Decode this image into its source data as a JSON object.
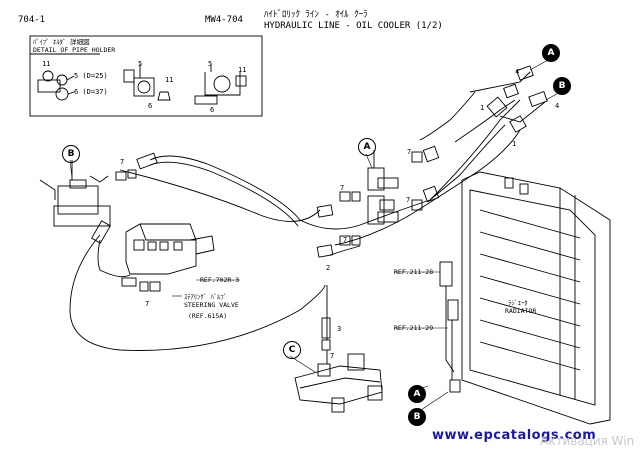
{
  "header": {
    "page_number": "704-1",
    "doc_code": "MW4-704",
    "title_jp": "ﾊｲﾄﾞﾛﾘｯｸ ﾗｲﾝ - ｵｲﾙ ｸｰﾗ",
    "title_en": "HYDRAULIC LINE - OIL COOLER (1/2)"
  },
  "detail_box": {
    "title_jp": "ﾊﾟｲﾌﾟ ﾎﾙﾀﾞ 詳細図",
    "title_en": "DETAIL OF PIPE HOLDER",
    "labels": [
      "11",
      "5 (D=25)",
      "6 (D=37)",
      "5",
      "11",
      "6",
      "5",
      "11",
      "6"
    ]
  },
  "references": {
    "ref_702": "REF.702R-3",
    "steering_jp": "ｽﾃｱﾘﾝｸﾞ ﾊﾞﾙﾌﾞ",
    "steering_en": "STEERING VALVE",
    "ref_615": "(REF.615A)",
    "ref_211_28": "REF.211-28",
    "ref_211_29": "REF.211-29",
    "radiator_jp": "ﾗｼﾞｴｰﾀ",
    "radiator_en": "RADIATOR"
  },
  "callouts": {
    "A": "A",
    "B": "B",
    "C": "C"
  },
  "part_numbers": {
    "p1": "1",
    "p2": "2",
    "p3": "3",
    "p4": "4",
    "p5": "5",
    "p6": "6",
    "p7": "7"
  },
  "footer": {
    "site": "www.epcatalogs.com",
    "watermark": "Активация Win"
  }
}
